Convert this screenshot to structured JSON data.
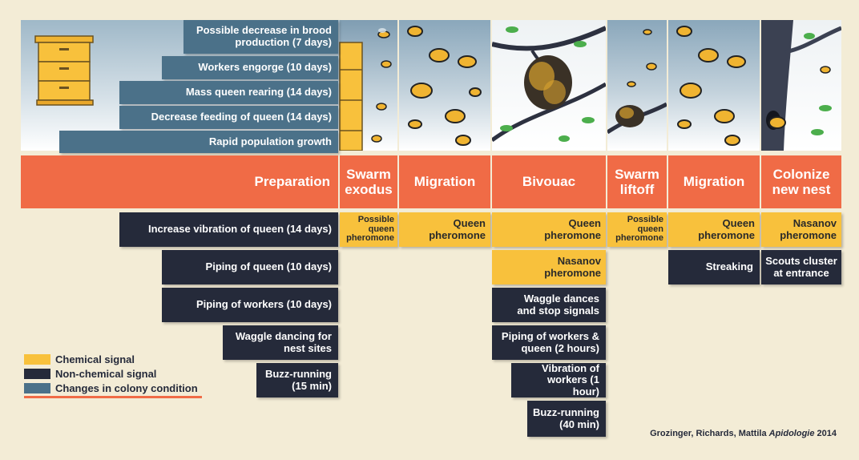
{
  "colony_condition": [
    "Possible decrease in brood production (7 days)",
    "Workers engorge (10 days)",
    "Mass queen rearing (14 days)",
    "Decrease feeding of queen (14 days)",
    "Rapid population growth"
  ],
  "stages": [
    "Preparation",
    "Swarm exodus",
    "Migration",
    "Bivouac",
    "Swarm liftoff",
    "Migration",
    "Colonize new nest"
  ],
  "preparation_signals": [
    "Increase vibration of queen (14 days)",
    "Piping of queen (10 days)",
    "Piping of workers (10 days)",
    "Waggle dancing for nest sites",
    "Buzz-running (15 min)"
  ],
  "swarm_exodus_signals": [
    "Possible queen pheromone"
  ],
  "migration1_signals": [
    "Queen pheromone"
  ],
  "bivouac_signals": [
    "Queen pheromone",
    "Nasanov pheromone",
    "Waggle dances and stop signals",
    "Piping of workers & queen (2 hours)",
    "Vibration of workers (1 hour)",
    "Buzz-running (40 min)"
  ],
  "swarm_liftoff_signals": [
    "Possible queen pheromone"
  ],
  "migration2_signals": [
    "Queen pheromone",
    "Streaking"
  ],
  "colonize_signals": [
    "Nasanov pheromone",
    "Scouts cluster at entrance"
  ],
  "legend": [
    {
      "label": "Chemical signal",
      "color": "#f8c13c"
    },
    {
      "label": "Non-chemical signal",
      "color": "#252a3a"
    },
    {
      "label": "Changes in colony condition",
      "color": "#4b7189"
    }
  ],
  "credit": {
    "authors": "Grozinger, Richards, Mattila ",
    "journal": "Apidologie",
    "year": " 2014"
  },
  "colors": {
    "stage": "#f06b46",
    "chemical": "#f8c13c",
    "non_chemical": "#252a3a",
    "condition": "#4b7189",
    "background": "#f3ecd6"
  },
  "icons": [
    "beehive-icon",
    "bee-icon",
    "tree-branch-icon",
    "bee-cluster-icon"
  ]
}
